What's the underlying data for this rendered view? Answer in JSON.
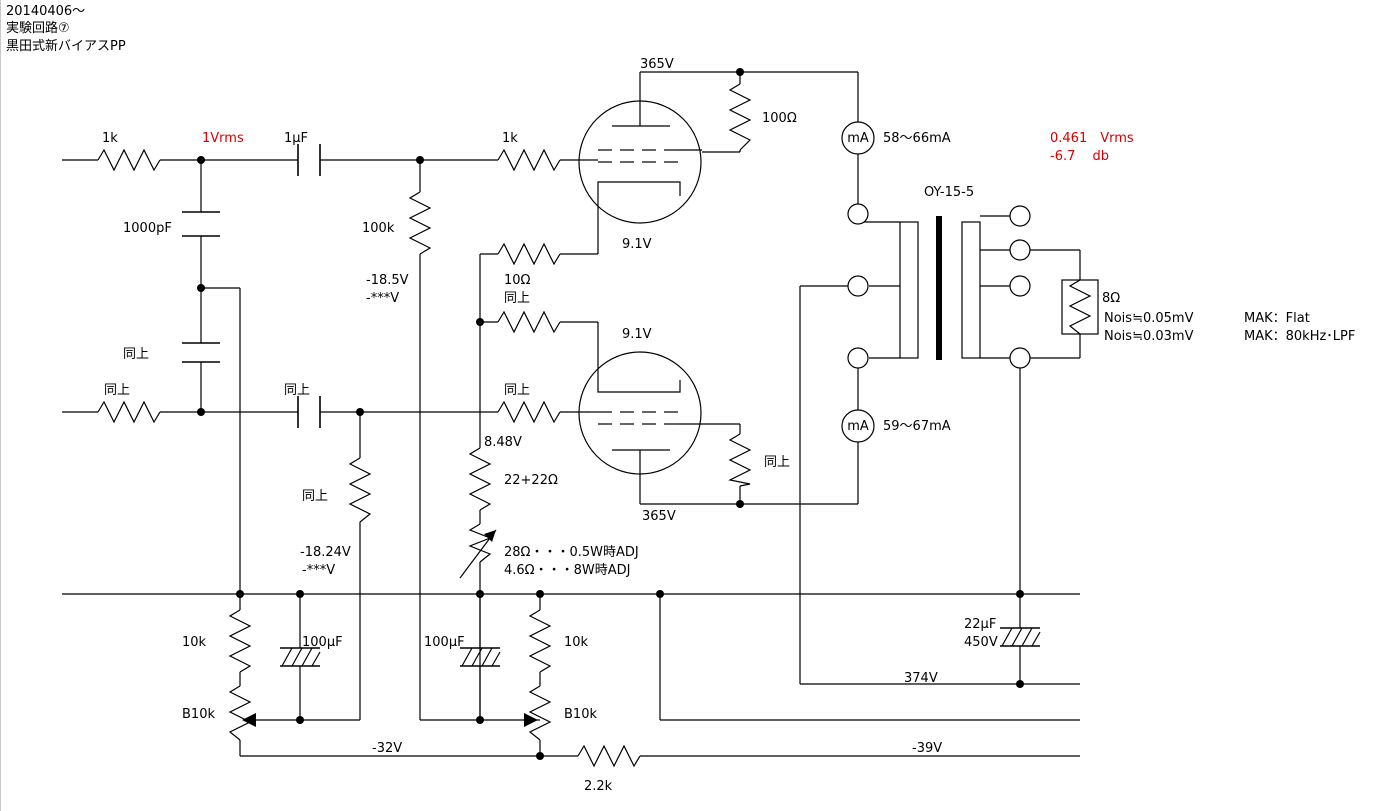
{
  "header": {
    "date": "20140406～",
    "title": "実験回路⑦",
    "subtitle": "黒田式新バイアスPP"
  },
  "labels": {
    "r_in_1": "1k",
    "vin": "1Vrms",
    "c_couple_1": "1μF",
    "r_grid_1": "1k",
    "r_plate_1": "100Ω",
    "v_supply_top": "365V",
    "ma_top": "58～66mA",
    "vout": "0.461　Vrms",
    "gain": "-6.7　 db",
    "transformer": "OY-15-5",
    "c_1000p": "1000pF",
    "r_100k": "100k",
    "v_bias_1": "-18.5V",
    "v_bias_1b": "-***V",
    "v_screen_1": "9.1V",
    "r_10ohm": "10Ω",
    "r_same_a": "同上",
    "v_screen_2": "9.1V",
    "load": "8Ω",
    "noise_flat": "Nois≒0.05mV",
    "noise_lpf": "Nois≒0.03mV",
    "mak_flat": "MAK：Flat",
    "mak_lpf": "MAK：80kHz･LPF",
    "c_same_b": "同上",
    "r_in_2": "同上",
    "c_couple_2": "同上",
    "r_grid_2": "同上",
    "v_cathode": "8.48V",
    "r_cathode": "22+22Ω",
    "r_plate_2": "同上",
    "ma_bottom": "59～67mA",
    "v_supply_bottom": "365V",
    "r_same_c": "同上",
    "v_bias_2": "-18.24V",
    "v_bias_2b": "-***V",
    "adj_1": "28Ω・・・0.5W時ADJ",
    "adj_2": "4.6Ω・・・8W時ADJ",
    "r_10k_1": "10k",
    "c_100u_1": "100μF",
    "c_100u_2": "100μF",
    "r_10k_2": "10k",
    "c_22u": "22μF",
    "c_22u_v": "450V",
    "v_374": "374V",
    "pot_1": "B10k",
    "pot_2": "B10k",
    "v_neg32": "-32V",
    "v_neg39": "-39V",
    "r_2k2": "2.2k",
    "meter_top": "mA",
    "meter_bottom": "mA"
  }
}
